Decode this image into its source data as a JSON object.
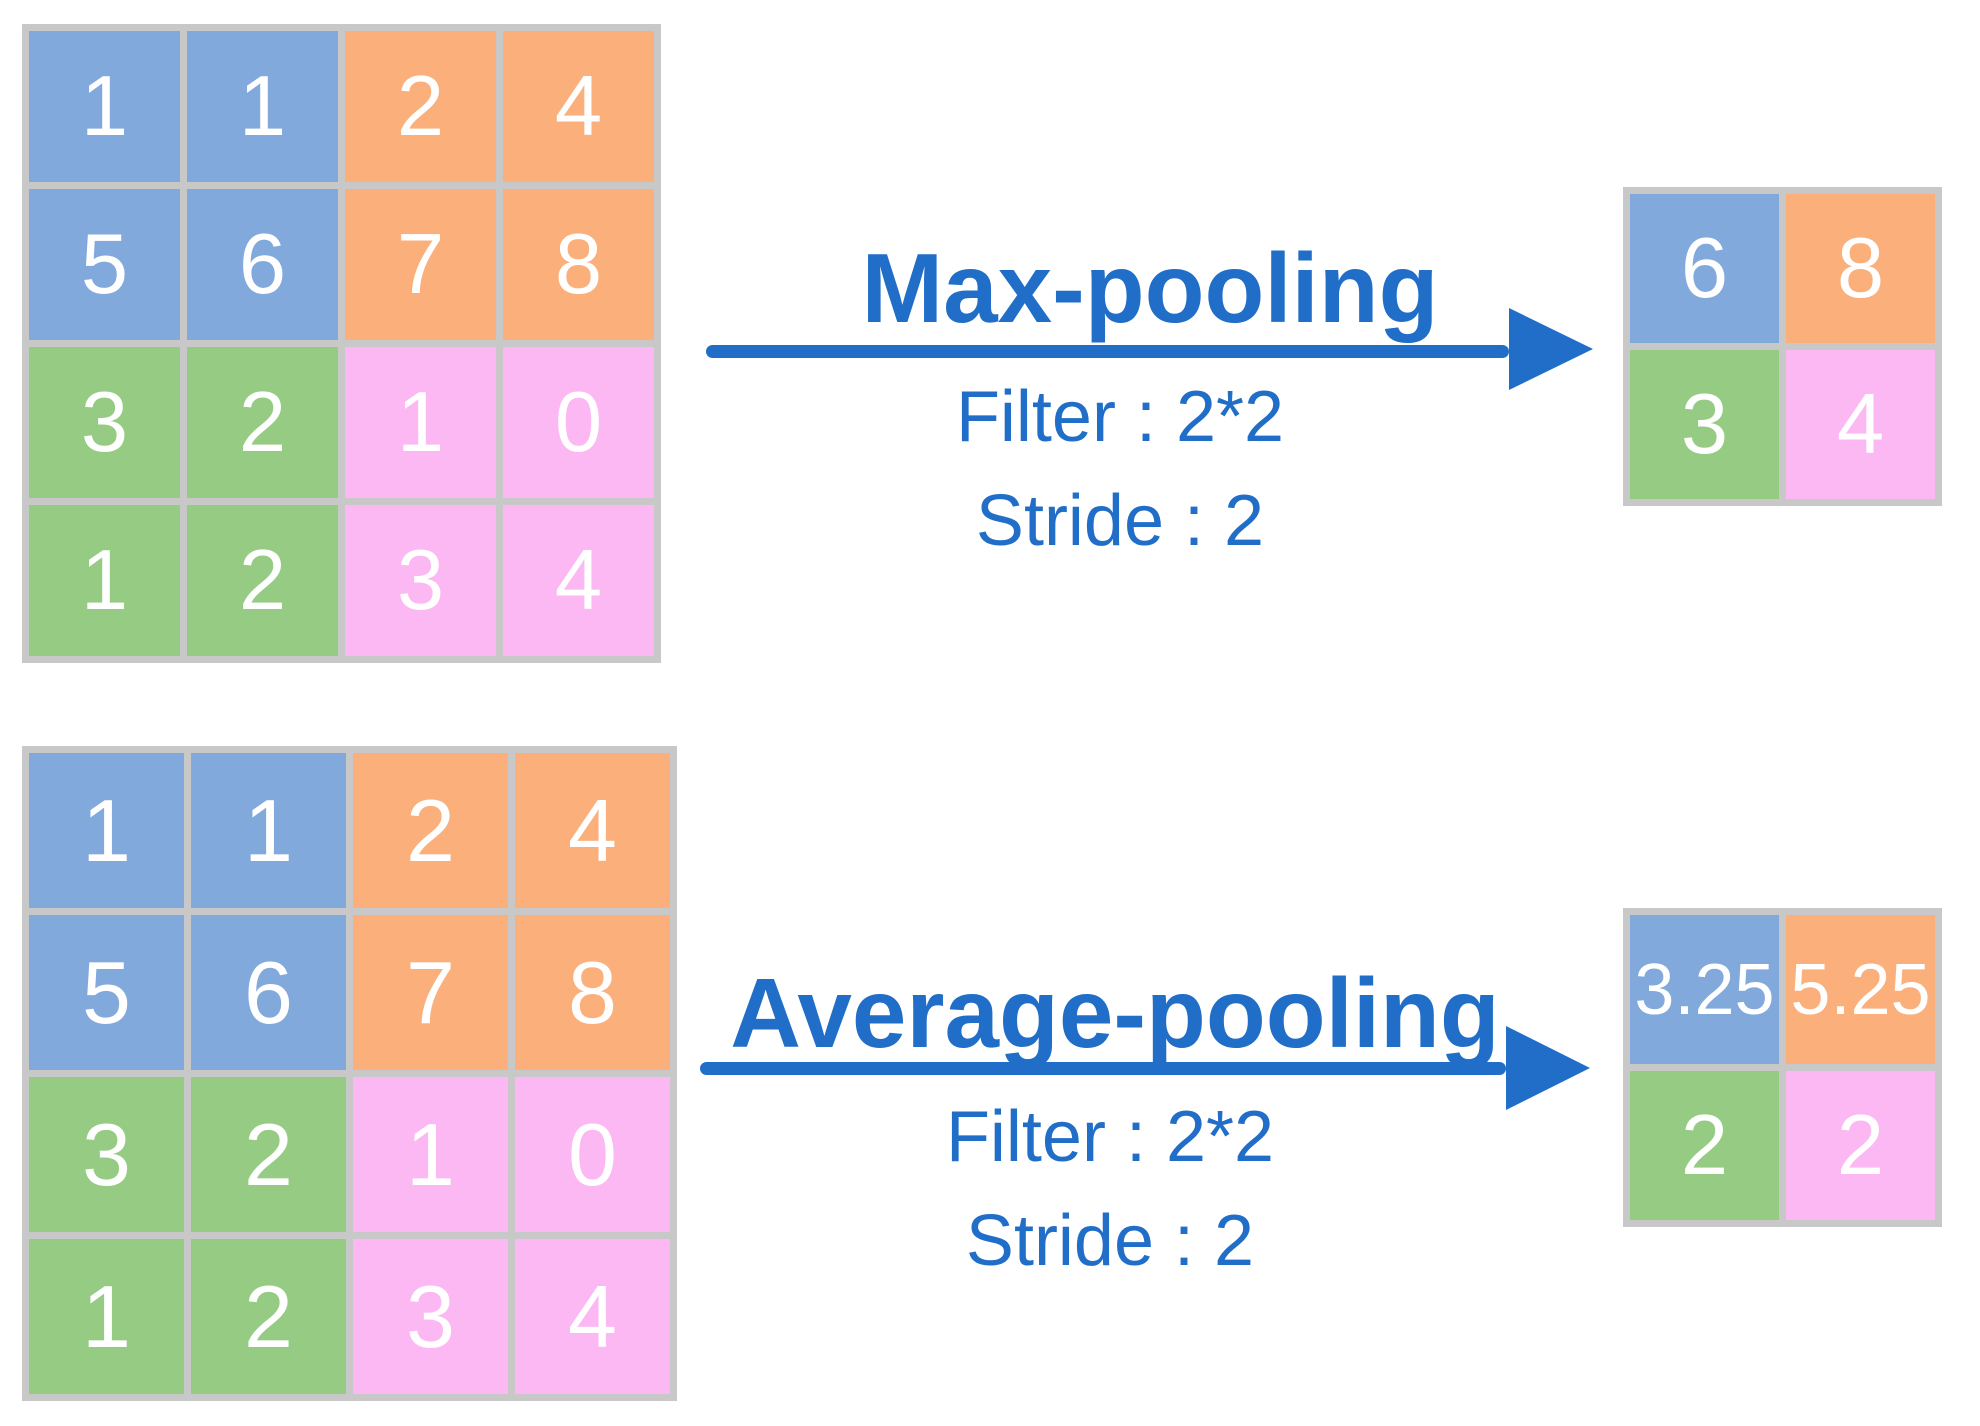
{
  "colors": {
    "blue": "#82A9DB",
    "orange": "#FBB07C",
    "green": "#96CB83",
    "pink": "#FBB8F3",
    "border": "#C8C8C8",
    "accent": "#216EC8",
    "cell_text": "#FFFFFF"
  },
  "input_grid": {
    "rows": [
      [
        "1",
        "1",
        "2",
        "4"
      ],
      [
        "5",
        "6",
        "7",
        "8"
      ],
      [
        "3",
        "2",
        "1",
        "0"
      ],
      [
        "1",
        "2",
        "3",
        "4"
      ]
    ],
    "cell_colors": [
      [
        "blue",
        "blue",
        "orange",
        "orange"
      ],
      [
        "blue",
        "blue",
        "orange",
        "orange"
      ],
      [
        "green",
        "green",
        "pink",
        "pink"
      ],
      [
        "green",
        "green",
        "pink",
        "pink"
      ]
    ]
  },
  "sections": [
    {
      "title": "Max-pooling",
      "filter_label": "Filter : 2*2",
      "stride_label": "Stride : 2",
      "result": {
        "rows": [
          [
            "6",
            "8"
          ],
          [
            "3",
            "4"
          ]
        ],
        "cell_colors": [
          [
            "blue",
            "orange"
          ],
          [
            "green",
            "pink"
          ]
        ]
      }
    },
    {
      "title": "Average-pooling",
      "filter_label": "Filter : 2*2",
      "stride_label": "Stride : 2",
      "result": {
        "rows": [
          [
            "3.25",
            "5.25"
          ],
          [
            "2",
            "2"
          ]
        ],
        "cell_colors": [
          [
            "blue",
            "orange"
          ],
          [
            "green",
            "pink"
          ]
        ]
      }
    }
  ]
}
